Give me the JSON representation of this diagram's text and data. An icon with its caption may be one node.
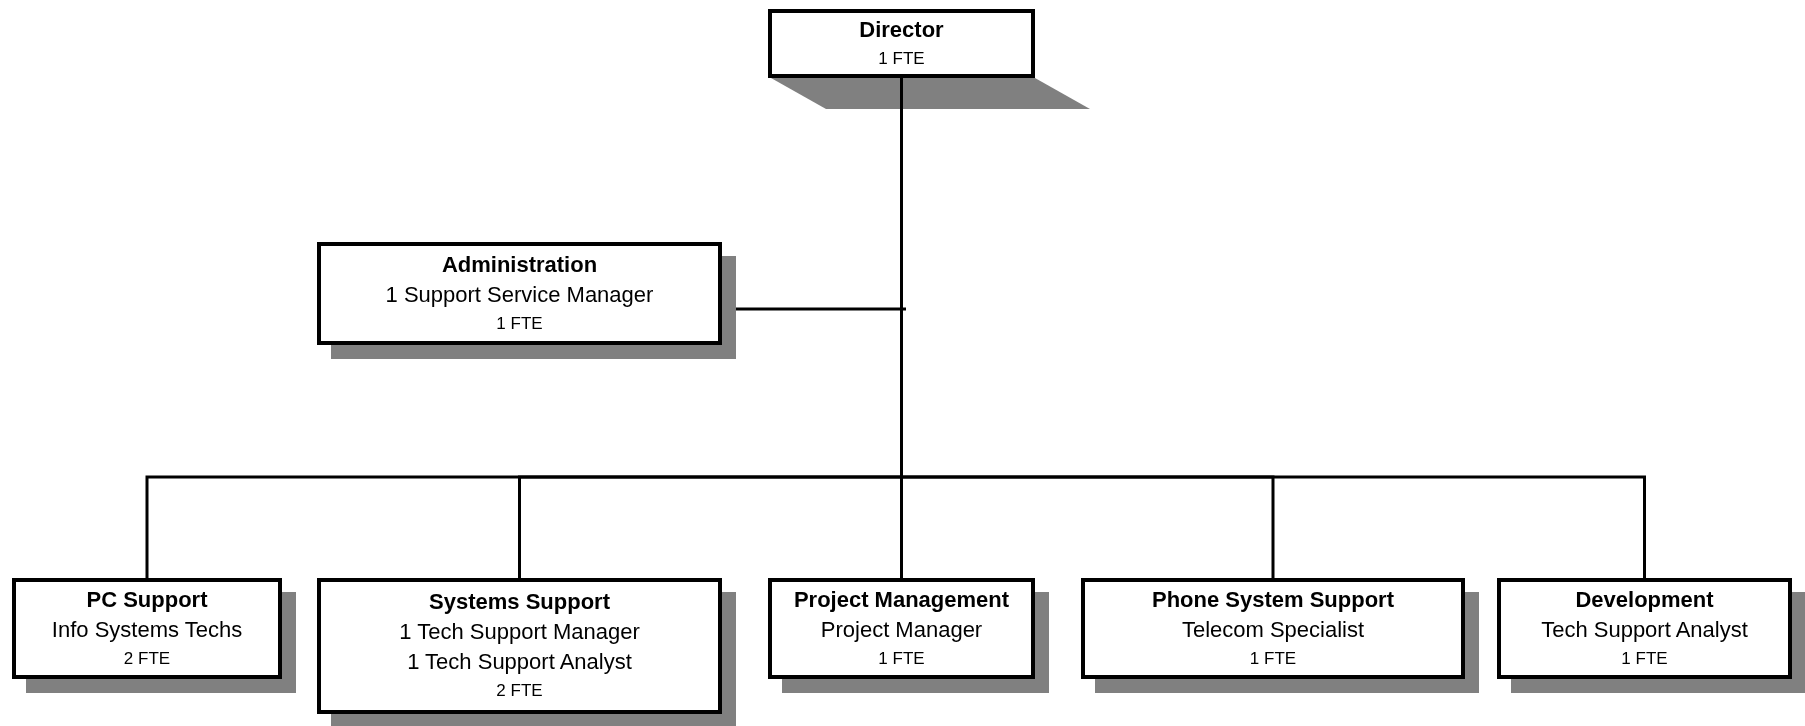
{
  "diagram": {
    "nodes": [
      {
        "text": [
          "Director",
          "1 FTE"
        ]
      },
      {
        "text": [
          "Administration",
          "1 Support Service Manager",
          "1 FTE"
        ]
      },
      {
        "text": [
          "PC Support",
          "Info Systems Techs",
          "2 FTE"
        ]
      },
      {
        "text": [
          "Systems Support",
          "1 Tech Support Manager",
          "1 Tech Support Analyst",
          "2 FTE"
        ]
      },
      {
        "text": [
          "Project Management",
          "Project Manager",
          "1 FTE"
        ]
      },
      {
        "text": [
          "Phone System Support",
          "Telecom Specialist",
          "1 FTE"
        ]
      },
      {
        "text": [
          "Development",
          "Tech Support Analyst",
          "1 FTE"
        ]
      }
    ],
    "edges": [
      {
        "from": 0,
        "to": 1,
        "arrow": "none"
      },
      {
        "from": 0,
        "to": 2,
        "arrow": "none"
      },
      {
        "from": 0,
        "to": 3,
        "arrow": "none"
      },
      {
        "from": 0,
        "to": 4,
        "arrow": "none"
      },
      {
        "from": 0,
        "to": 5,
        "arrow": "none"
      },
      {
        "from": 0,
        "to": 6,
        "arrow": "none"
      }
    ]
  }
}
